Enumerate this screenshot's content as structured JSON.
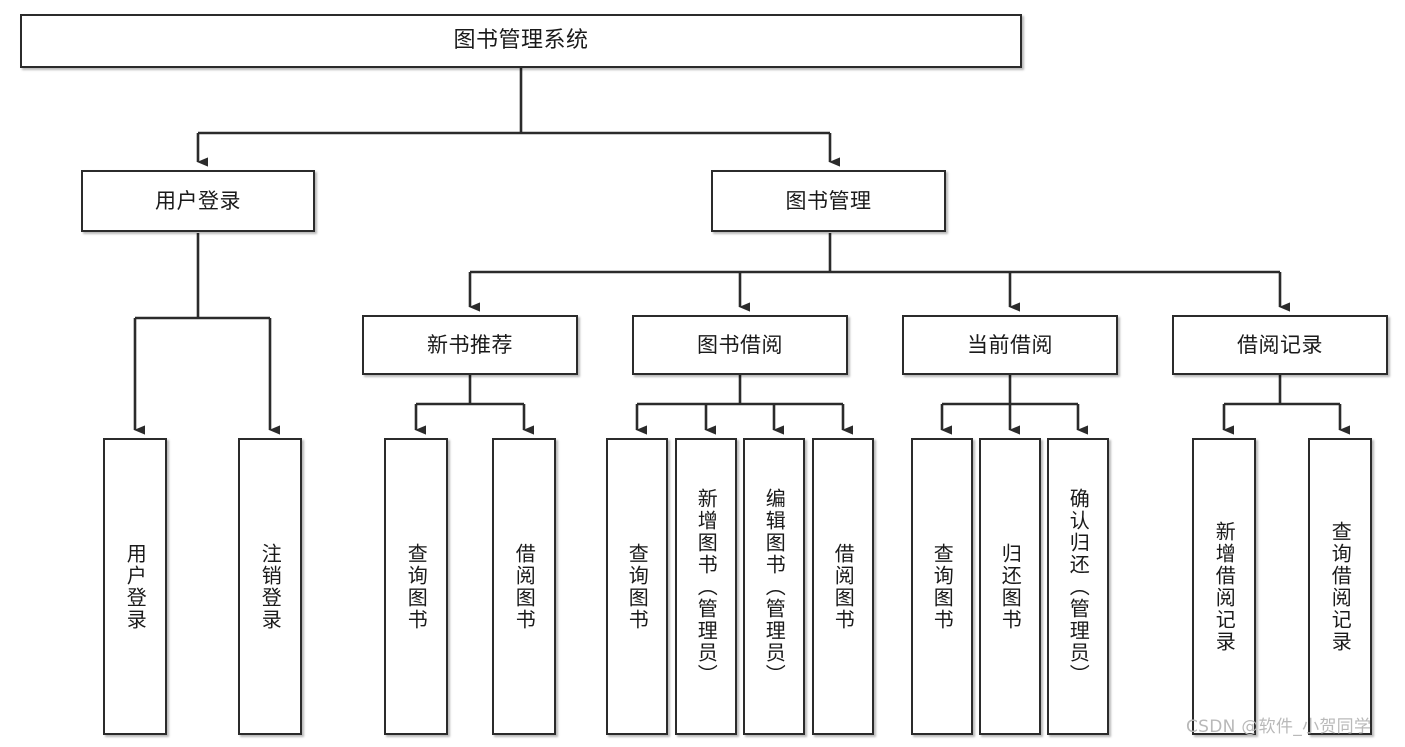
{
  "diagram": {
    "type": "tree-structure-chart",
    "title": "图书管理系统",
    "watermark": "CSDN @软件_小贺同学",
    "colors": {
      "border": "#2b2b2b",
      "background": "#ffffff",
      "text": "#1a1a1a",
      "connector": "#2b2b2b",
      "watermark": "#b9b9b9"
    },
    "nodes": {
      "root": {
        "label": "图书管理系统"
      },
      "level2": [
        {
          "id": "user-login",
          "label": "用户登录"
        },
        {
          "id": "book-management",
          "label": "图书管理"
        }
      ],
      "level3": [
        {
          "id": "new-book-recommend",
          "label": "新书推荐"
        },
        {
          "id": "book-borrow",
          "label": "图书借阅"
        },
        {
          "id": "current-borrow",
          "label": "当前借阅"
        },
        {
          "id": "borrow-record",
          "label": "借阅记录"
        }
      ],
      "leaves": {
        "user_login": [
          {
            "id": "leaf-user-login",
            "label": "用户登录"
          },
          {
            "id": "leaf-logout-login",
            "label": "注销登录"
          }
        ],
        "new_book_recommend": [
          {
            "id": "leaf-query-book-1",
            "label": "查询图书"
          },
          {
            "id": "leaf-borrow-book-1",
            "label": "借阅图书"
          }
        ],
        "book_borrow": [
          {
            "id": "leaf-query-book-2",
            "label": "查询图书"
          },
          {
            "id": "leaf-add-book",
            "label": "新增图书（管理员）"
          },
          {
            "id": "leaf-edit-book",
            "label": "编辑图书（管理员）"
          },
          {
            "id": "leaf-borrow-book-2",
            "label": "借阅图书"
          }
        ],
        "current_borrow": [
          {
            "id": "leaf-query-book-3",
            "label": "查询图书"
          },
          {
            "id": "leaf-return-book",
            "label": "归还图书"
          },
          {
            "id": "leaf-confirm-return",
            "label": "确认归还（管理员）"
          }
        ],
        "borrow_record": [
          {
            "id": "leaf-add-record",
            "label": "新增借阅记录"
          },
          {
            "id": "leaf-query-record",
            "label": "查询借阅记录"
          }
        ]
      }
    }
  }
}
